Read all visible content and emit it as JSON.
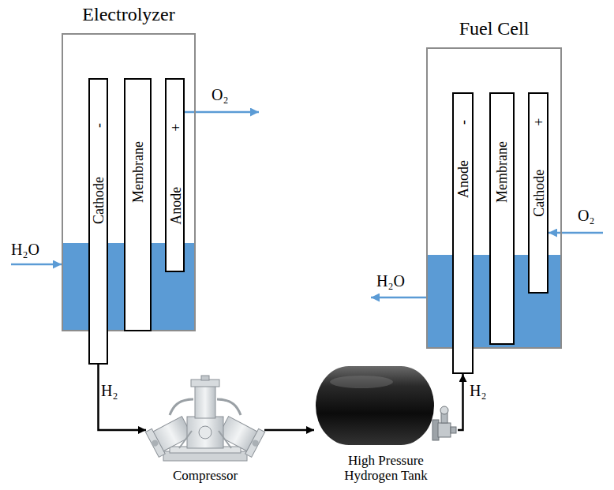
{
  "diagram": {
    "nodes": [
      {
        "text": [
          "Electrolyzer"
        ]
      },
      {
        "text": [
          "Cathode",
          "-"
        ],
        "in": 0
      },
      {
        "text": [
          "Membrane"
        ],
        "in": 0
      },
      {
        "text": [
          "Anode",
          "+"
        ],
        "in": 0
      },
      {
        "text": [
          "Fuel Cell"
        ]
      },
      {
        "text": [
          "Anode",
          "-"
        ],
        "in": 4
      },
      {
        "text": [
          "Membrane"
        ],
        "in": 4
      },
      {
        "text": [
          "Cathode",
          "+"
        ],
        "in": 4
      },
      {
        "text": [
          "Compressor"
        ]
      },
      {
        "text": [
          "High Pressure Hydrogen Tank"
        ]
      }
    ],
    "edges": [
      {
        "from": 1,
        "to": 8,
        "label": "H₂",
        "arrow": "to"
      },
      {
        "from": 8,
        "to": 9,
        "arrow": "to"
      },
      {
        "from": 9,
        "to": 5,
        "label": "H₂",
        "arrow": "to"
      }
    ],
    "labels": [
      "H₂O",
      "O₂",
      "H₂O",
      "O₂"
    ]
  }
}
